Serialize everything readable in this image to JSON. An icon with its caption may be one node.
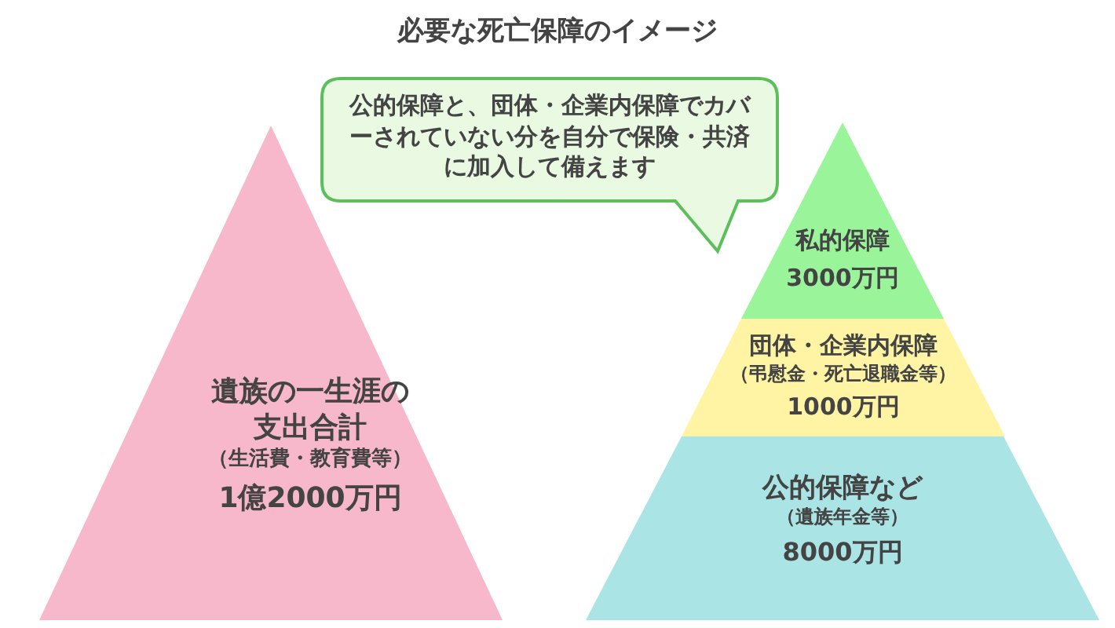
{
  "diagram": {
    "title": "必要な死亡保障のイメージ",
    "nodes": [
      {
        "text": [
          "遺族の一生涯の支出合計",
          "（生活費・教育費等）",
          "1億2000万円"
        ]
      },
      {
        "text": [
          "公的保障と、団体・企業内保障でカバーされていない分を自分で保険・共済に加入して備えます"
        ]
      },
      {
        "text": [
          "私的保障",
          "3000万円"
        ]
      },
      {
        "text": [
          "団体・企業内保障",
          "（弔慰金・死亡退職金等）",
          "1000万円"
        ]
      },
      {
        "text": [
          "公的保障など",
          "（遺族年金等）",
          "8000万円"
        ]
      }
    ],
    "edges": []
  }
}
